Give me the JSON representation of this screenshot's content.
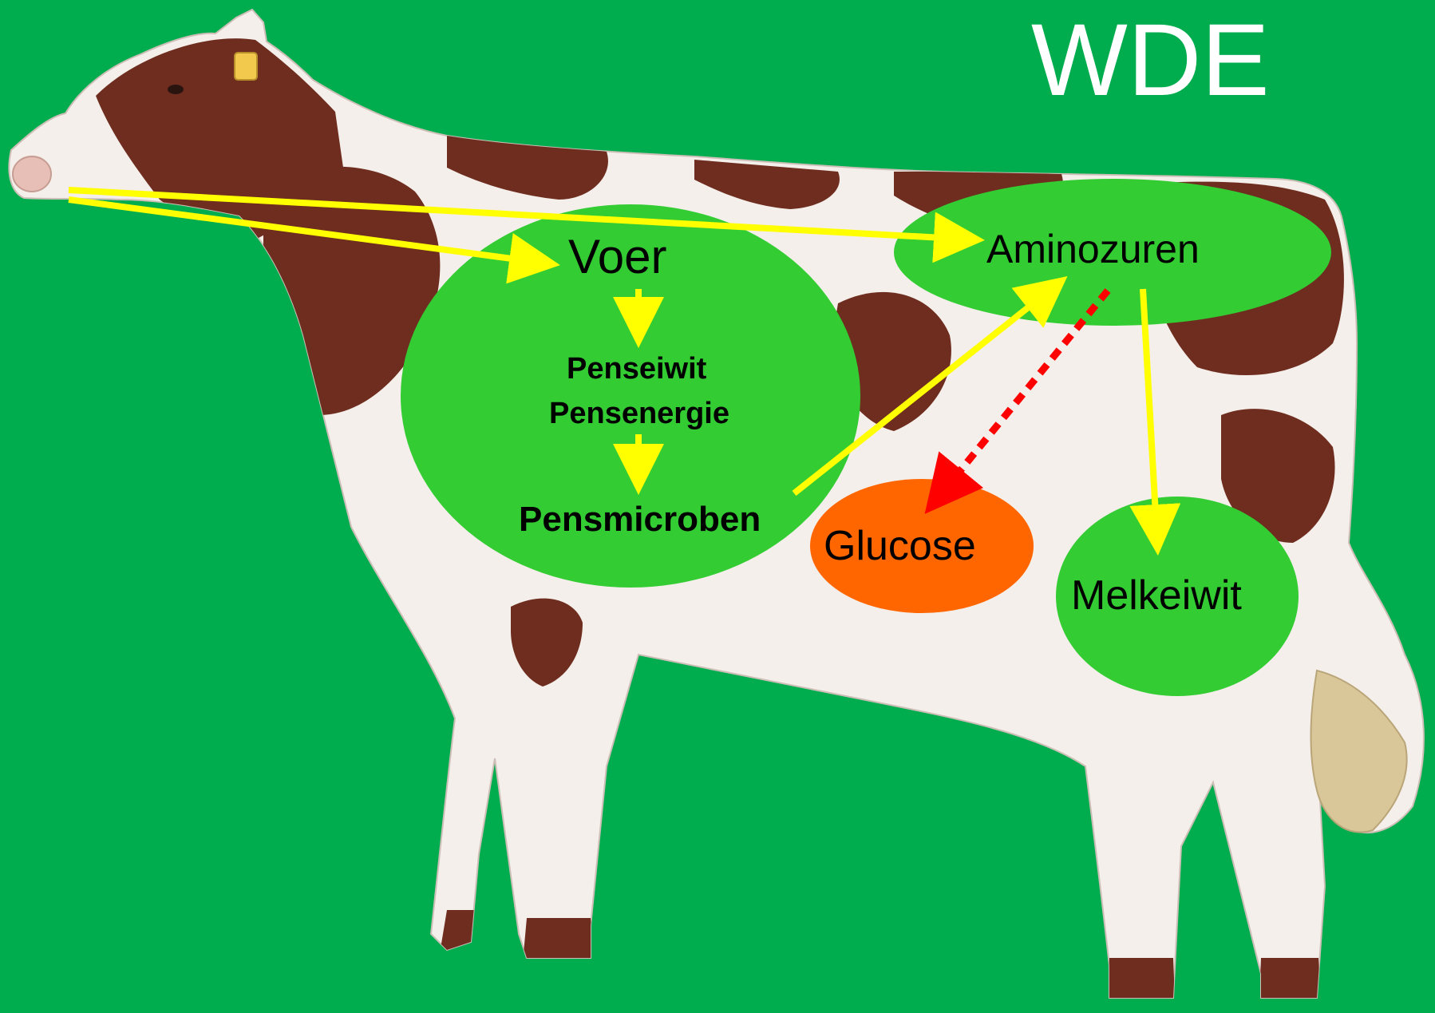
{
  "title": "WDE",
  "nodes": {
    "voer": "Voer",
    "penseiwit": "Penseiwit",
    "pensenergie": "Pensenergie",
    "pensmicroben": "Pensmicroben",
    "aminozuren": "Aminozuren",
    "glucose": "Glucose",
    "melkeiwit": "Melkeiwit"
  },
  "colors": {
    "background": "#00AD4E",
    "node_fill": "#33CC33",
    "glucose_fill": "#FF6600",
    "arrow": "#FFFF00",
    "dashed_arrow": "#FF0000",
    "cow_brown": "#6E2D1F",
    "cow_white": "#F4EFEA",
    "title_text": "#FFFFFF"
  },
  "background_image": "cow-illustration"
}
